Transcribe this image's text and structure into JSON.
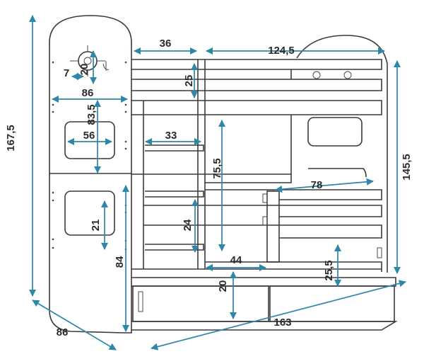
{
  "dimensions": {
    "d36": "36",
    "d124_5": "124,5",
    "d7": "7",
    "d20_top": "20",
    "d25_top": "25",
    "d86_head": "86",
    "d83_5": "83,5",
    "d56": "56",
    "d33": "33",
    "d75_5": "75,5",
    "d78": "78",
    "d21": "21",
    "d24": "24",
    "d44": "44",
    "d84": "84",
    "d25_5": "25,5",
    "d20_drawer": "20",
    "d167_5": "167,5",
    "d145_5": "145,5",
    "d86_depth": "86",
    "d163": "163"
  },
  "colors": {
    "dimension_line": "#2e86a8",
    "outline": "#3a3a3a"
  }
}
